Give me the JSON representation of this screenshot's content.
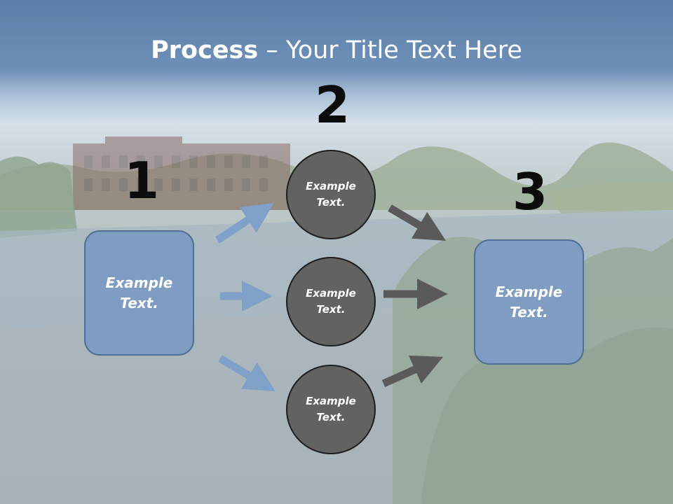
{
  "slide": {
    "title_bold": "Process",
    "title_rest": " – Your Title Text Here"
  },
  "steps": {
    "one": "1",
    "two": "2",
    "three": "3"
  },
  "left_box": {
    "text": "Example Text."
  },
  "circles": [
    {
      "text": "Example Text."
    },
    {
      "text": "Example Text."
    },
    {
      "text": "Example Text."
    }
  ],
  "right_box": {
    "text": "Example Text."
  },
  "colors": {
    "box_fill": "#7f9dc2",
    "box_border": "#4f6e94",
    "circle_fill": "#616262",
    "blue_arrow": "#7fa0c8",
    "gray_arrow": "#5a5a5a",
    "number_text": "#0c0c0c"
  }
}
